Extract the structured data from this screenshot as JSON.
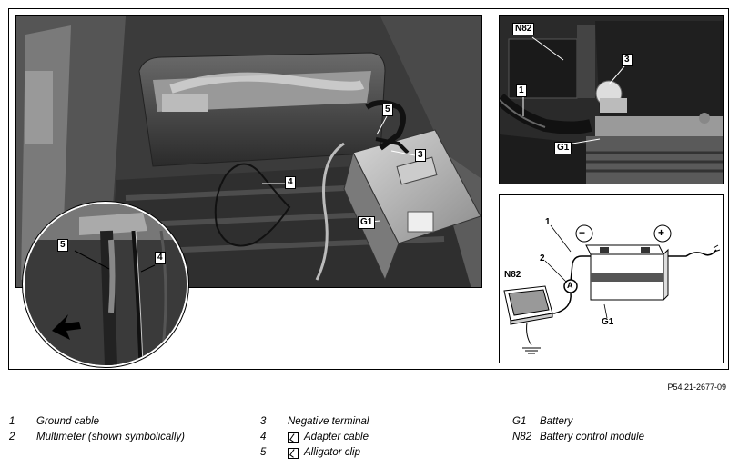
{
  "callouts": {
    "main": {
      "c5": "5",
      "c3": "3",
      "c4": "4",
      "g1": "G1"
    },
    "inset": {
      "c5": "5",
      "c4": "4"
    },
    "top_right": {
      "n82": "N82",
      "c3": "3",
      "c1": "1",
      "g1": "G1"
    }
  },
  "diagram": {
    "minus": "−",
    "plus": "+",
    "label_1": "1",
    "label_2": "2",
    "meter": "A",
    "n82": "N82",
    "g1": "G1"
  },
  "reference": "P54.21-2677-09",
  "legend": [
    {
      "key": "1",
      "text": "Ground cable",
      "tool": false
    },
    {
      "key": "2",
      "text": "Multimeter (shown symbolically)",
      "tool": false
    },
    {
      "key": "3",
      "text": "Negative terminal",
      "tool": false
    },
    {
      "key": "4",
      "text": "Adapter cable",
      "tool": true
    },
    {
      "key": "5",
      "text": "Alligator clip",
      "tool": true
    },
    {
      "key": "G1",
      "text": "Battery",
      "tool": false
    },
    {
      "key": "N82",
      "text": "Battery control module",
      "tool": false
    }
  ],
  "icons": {
    "tool": "special-tool-icon",
    "arrow": "pointer-arrow-icon"
  }
}
